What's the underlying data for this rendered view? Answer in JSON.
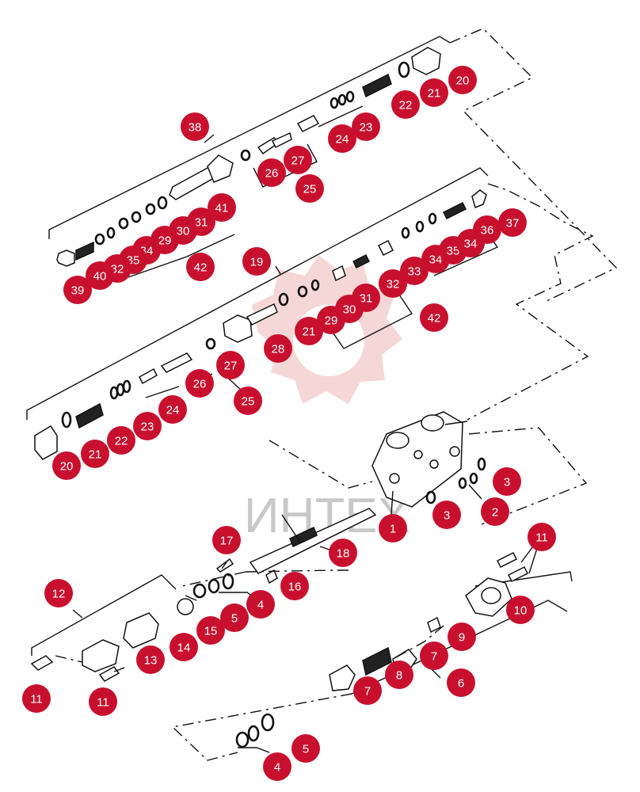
{
  "watermark": {
    "text": "ИНТЕХ",
    "color": "#c8102e"
  },
  "callout_color": "#c8102e",
  "footer_text": "",
  "callouts": [
    {
      "id": "c20a",
      "label": "20"
    },
    {
      "id": "c21a",
      "label": "21"
    },
    {
      "id": "c22a",
      "label": "22"
    },
    {
      "id": "c23a",
      "label": "23"
    },
    {
      "id": "c24a",
      "label": "24"
    },
    {
      "id": "c25a",
      "label": "25"
    },
    {
      "id": "c26a",
      "label": "26"
    },
    {
      "id": "c27a",
      "label": "27"
    },
    {
      "id": "c38",
      "label": "38"
    },
    {
      "id": "c41",
      "label": "41"
    },
    {
      "id": "c31a",
      "label": "31"
    },
    {
      "id": "c30a",
      "label": "30"
    },
    {
      "id": "c29a",
      "label": "29"
    },
    {
      "id": "c34a",
      "label": "34"
    },
    {
      "id": "c35a",
      "label": "35"
    },
    {
      "id": "c32a",
      "label": "32"
    },
    {
      "id": "c40",
      "label": "40"
    },
    {
      "id": "c39",
      "label": "39"
    },
    {
      "id": "c42a",
      "label": "42"
    },
    {
      "id": "c19",
      "label": "19"
    },
    {
      "id": "c31b",
      "label": "31"
    },
    {
      "id": "c32b",
      "label": "32"
    },
    {
      "id": "c33",
      "label": "33"
    },
    {
      "id": "c34b",
      "label": "34"
    },
    {
      "id": "c35b",
      "label": "35"
    },
    {
      "id": "c34c",
      "label": "34"
    },
    {
      "id": "c36",
      "label": "36"
    },
    {
      "id": "c37",
      "label": "37"
    },
    {
      "id": "c30b",
      "label": "30"
    },
    {
      "id": "c29b",
      "label": "29"
    },
    {
      "id": "c21b",
      "label": "21"
    },
    {
      "id": "c28",
      "label": "28"
    },
    {
      "id": "c42b",
      "label": "42"
    },
    {
      "id": "c27b",
      "label": "27"
    },
    {
      "id": "c26b",
      "label": "26"
    },
    {
      "id": "c25b",
      "label": "25"
    },
    {
      "id": "c24b",
      "label": "24"
    },
    {
      "id": "c23b",
      "label": "23"
    },
    {
      "id": "c22b",
      "label": "22"
    },
    {
      "id": "c21c",
      "label": "21"
    },
    {
      "id": "c20b",
      "label": "20"
    },
    {
      "id": "c3a",
      "label": "3"
    },
    {
      "id": "c3b",
      "label": "3"
    },
    {
      "id": "c2",
      "label": "2"
    },
    {
      "id": "c1",
      "label": "1"
    },
    {
      "id": "c17",
      "label": "17"
    },
    {
      "id": "c18",
      "label": "18"
    },
    {
      "id": "c16",
      "label": "16"
    },
    {
      "id": "c4a",
      "label": "4"
    },
    {
      "id": "c5a",
      "label": "5"
    },
    {
      "id": "c15",
      "label": "15"
    },
    {
      "id": "c12",
      "label": "12"
    },
    {
      "id": "c14",
      "label": "14"
    },
    {
      "id": "c13",
      "label": "13"
    },
    {
      "id": "c11a",
      "label": "11"
    },
    {
      "id": "c11b",
      "label": "11"
    },
    {
      "id": "c11c",
      "label": "11"
    },
    {
      "id": "c10",
      "label": "10"
    },
    {
      "id": "c9",
      "label": "9"
    },
    {
      "id": "c7a",
      "label": "7"
    },
    {
      "id": "c8",
      "label": "8"
    },
    {
      "id": "c7b",
      "label": "7"
    },
    {
      "id": "c6",
      "label": "6"
    },
    {
      "id": "c5b",
      "label": "5"
    },
    {
      "id": "c4b",
      "label": "4"
    }
  ]
}
